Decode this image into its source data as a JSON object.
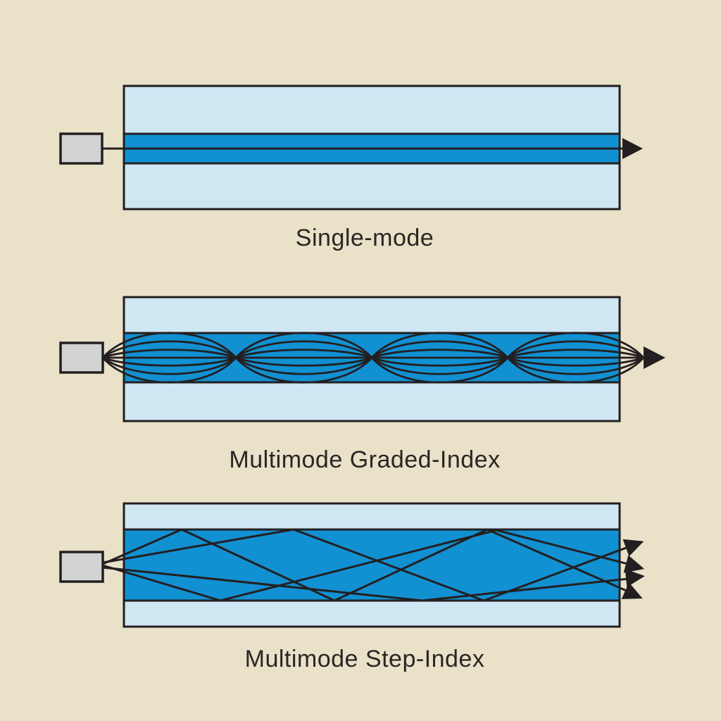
{
  "title": "Optical fiber propagation modes diagram",
  "colors": {
    "background": "#e9e1c8",
    "cladding": "#cfe6f3",
    "core": "#1190d2",
    "source_box": "#d2d3d5",
    "line": "#231f20",
    "label_text": "#2a2624"
  },
  "icons": {
    "arrowhead": "right-pointing solid triangle",
    "light_source": "gray rectangle emitter"
  },
  "diagrams": [
    {
      "id": "single-mode",
      "label": "Single-mode",
      "rays": 1,
      "output_arrows": 1
    },
    {
      "id": "multimode-graded-index",
      "label": "Multimode Graded-Index",
      "rays": 7,
      "output_arrows": 1
    },
    {
      "id": "multimode-step-index",
      "label": "Multimode Step-Index",
      "rays": 4,
      "output_arrows": 4
    }
  ]
}
